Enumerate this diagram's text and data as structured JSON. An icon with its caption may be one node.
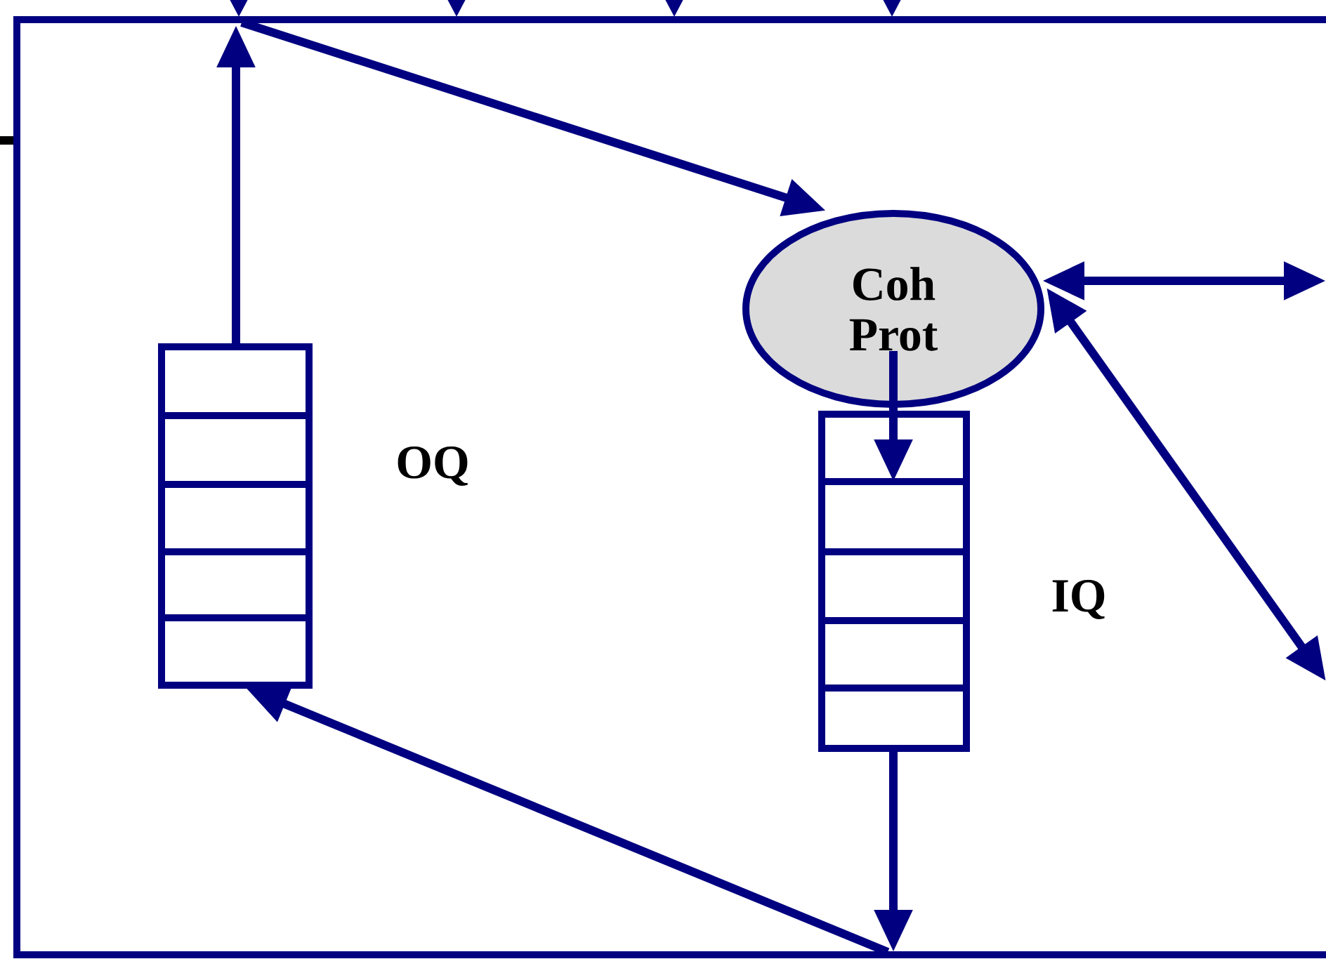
{
  "diagram": {
    "nodes": [
      {
        "text": [],
        "shape": "box"
      },
      {
        "text": [
          "Coh Prot"
        ],
        "in": 0
      },
      {
        "text": [],
        "shape": "box",
        "beside": [
          "OQ"
        ],
        "in": 0
      },
      {
        "text": [],
        "shape": "box",
        "beside": [
          "IQ"
        ],
        "in": 0
      }
    ],
    "edges": [
      {
        "from": 2,
        "to": 0,
        "arrow": "to"
      },
      {
        "from": 0,
        "to": 1,
        "arrow": "to"
      },
      {
        "from": 1,
        "to": 3,
        "arrow": "to"
      },
      {
        "from": 3,
        "to": 0,
        "arrow": "to"
      },
      {
        "from": 0,
        "to": 2,
        "arrow": "to"
      },
      {
        "from": 1,
        "to": null,
        "arrow": "both"
      },
      {
        "from": 1,
        "to": null,
        "arrow": "both"
      },
      {
        "from": null,
        "to": 0,
        "arrow": "to"
      },
      {
        "from": null,
        "to": 0,
        "arrow": "to"
      },
      {
        "from": null,
        "to": 0,
        "arrow": "to"
      },
      {
        "from": null,
        "to": 0,
        "arrow": "to"
      }
    ]
  }
}
